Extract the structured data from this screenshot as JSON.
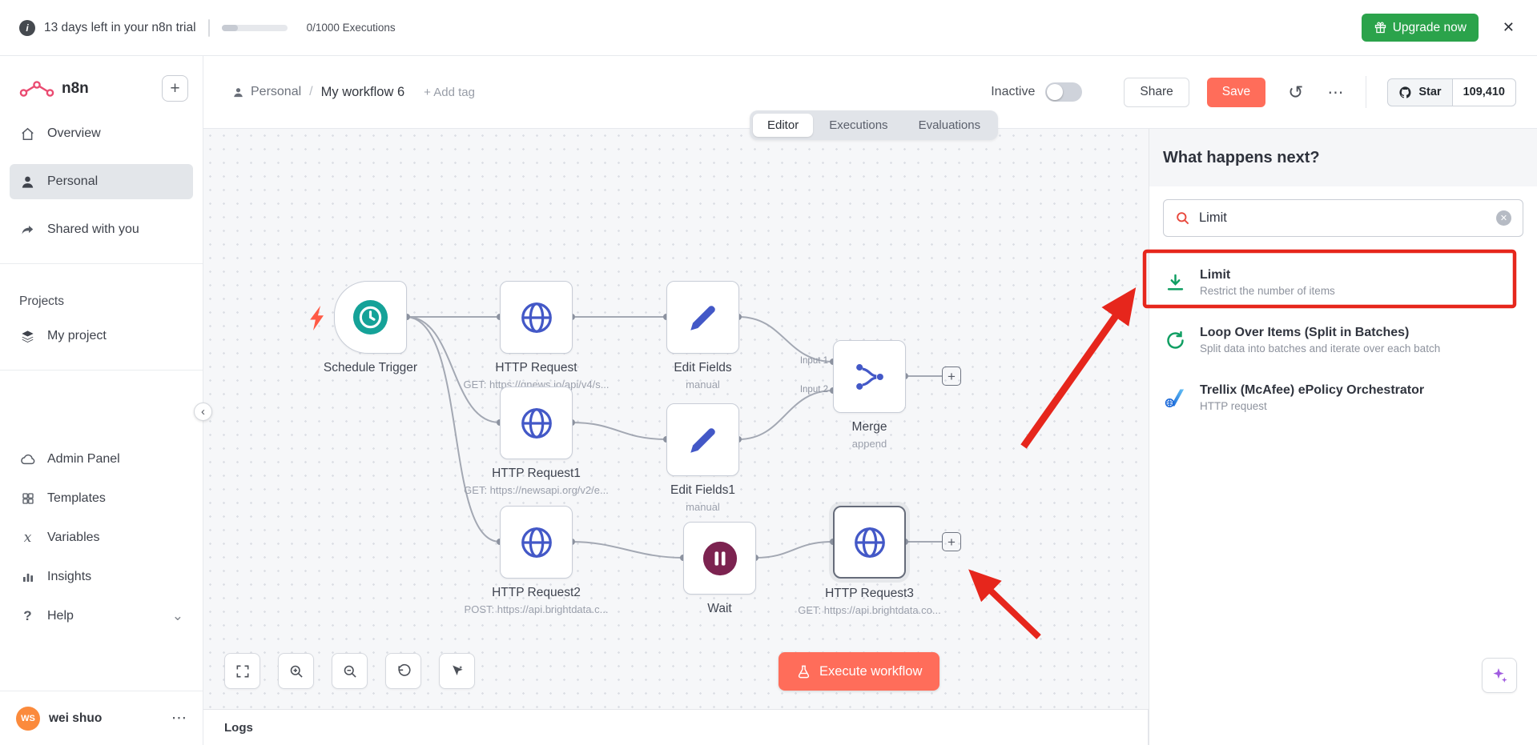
{
  "trial_bar": {
    "message": "13 days left in your n8n trial",
    "executions": "0/1000 Executions",
    "upgrade_label": "Upgrade now"
  },
  "sidebar": {
    "brand": "n8n",
    "items": [
      {
        "icon": "home-icon",
        "label": "Overview"
      },
      {
        "icon": "user-icon",
        "label": "Personal"
      },
      {
        "icon": "share-icon",
        "label": "Shared with you"
      }
    ],
    "projects_header": "Projects",
    "projects": [
      {
        "icon": "layers-icon",
        "label": "My project"
      }
    ],
    "tools": [
      {
        "icon": "cloud-icon",
        "label": "Admin Panel"
      },
      {
        "icon": "grid-icon",
        "label": "Templates"
      },
      {
        "icon": "variable-icon",
        "label": "Variables"
      },
      {
        "icon": "chart-icon",
        "label": "Insights"
      },
      {
        "icon": "question-icon",
        "label": "Help"
      }
    ],
    "user": {
      "initials": "WS",
      "name": "wei shuo"
    }
  },
  "header": {
    "project": "Personal",
    "separator": "/",
    "workflow_name": "My workflow 6",
    "add_tag_label": "+ Add tag",
    "tabs": [
      {
        "label": "Editor"
      },
      {
        "label": "Executions"
      },
      {
        "label": "Evaluations"
      }
    ],
    "active_tab": "Editor",
    "status_label": "Inactive",
    "share_label": "Share",
    "save_label": "Save",
    "github": {
      "star_label": "Star",
      "star_count": "109,410"
    }
  },
  "canvas": {
    "nodes": [
      {
        "name": "Schedule Trigger",
        "sub": ""
      },
      {
        "name": "HTTP Request",
        "sub": "GET: https://gnews.io/api/v4/s..."
      },
      {
        "name": "Edit Fields",
        "sub": "manual"
      },
      {
        "name": "HTTP Request1",
        "sub": "GET: https://newsapi.org/v2/e..."
      },
      {
        "name": "Edit Fields1",
        "sub": "manual"
      },
      {
        "name": "Merge",
        "sub": "append",
        "input_labels": [
          "Input 1",
          "Input 2"
        ]
      },
      {
        "name": "HTTP Request2",
        "sub": "POST: https://api.brightdata.c..."
      },
      {
        "name": "Wait",
        "sub": ""
      },
      {
        "name": "HTTP Request3",
        "sub": "GET: https://api.brightdata.co..."
      }
    ],
    "execute_label": "Execute workflow",
    "logs_label": "Logs"
  },
  "panel": {
    "title": "What happens next?",
    "search_value": "Limit",
    "results": [
      {
        "name": "Limit",
        "description": "Restrict the number of items"
      },
      {
        "name": "Loop Over Items (Split in Batches)",
        "description": "Split data into batches and iterate over each batch"
      },
      {
        "name": "Trellix (McAfee) ePolicy Orchestrator",
        "description": "HTTP request"
      }
    ]
  },
  "icons": {
    "info": "i",
    "close": "✕",
    "plus": "+",
    "ellipsis": "⋯",
    "chevron_down": "⌄",
    "chevron_left": "‹",
    "history": "↺",
    "question": "?",
    "variables_x": "x"
  },
  "colors": {
    "accent": "#ff6d5a",
    "upgrade_green": "#2ba34b",
    "node_green": "#0f9e62",
    "annotation_red": "#e6261c",
    "brand_pink": "#ea4b71"
  }
}
